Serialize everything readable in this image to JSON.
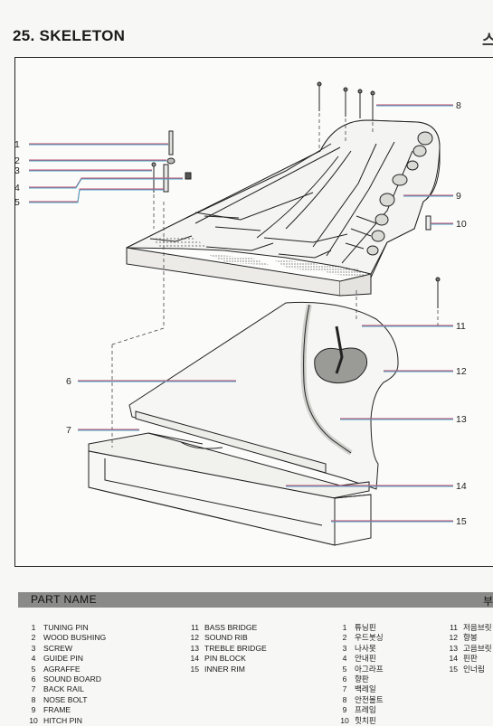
{
  "page": {
    "title": "25. SKELETON",
    "corner_glyph": "스",
    "section_header": "PART NAME",
    "section_header_right": "부"
  },
  "callouts": [
    "1",
    "2",
    "3",
    "4",
    "5",
    "6",
    "7",
    "8",
    "9",
    "10",
    "11",
    "12",
    "13",
    "14",
    "15"
  ],
  "parts_en": [
    {
      "num": "1",
      "name": "TUNING PIN"
    },
    {
      "num": "2",
      "name": "WOOD BUSHING"
    },
    {
      "num": "3",
      "name": "SCREW"
    },
    {
      "num": "4",
      "name": "GUIDE PIN"
    },
    {
      "num": "5",
      "name": "AGRAFFE"
    },
    {
      "num": "6",
      "name": "SOUND BOARD"
    },
    {
      "num": "7",
      "name": "BACK RAIL"
    },
    {
      "num": "8",
      "name": "NOSE BOLT"
    },
    {
      "num": "9",
      "name": "FRAME"
    },
    {
      "num": "10",
      "name": "HITCH PIN"
    },
    {
      "num": "11",
      "name": "BASS BRIDGE"
    },
    {
      "num": "12",
      "name": "SOUND RIB"
    },
    {
      "num": "13",
      "name": "TREBLE BRIDGE"
    },
    {
      "num": "14",
      "name": "PIN BLOCK"
    },
    {
      "num": "15",
      "name": "INNER RIM"
    }
  ],
  "parts_ko": [
    {
      "num": "1",
      "name": "튜닝핀"
    },
    {
      "num": "2",
      "name": "우드붓싱"
    },
    {
      "num": "3",
      "name": "나사못"
    },
    {
      "num": "4",
      "name": "안내핀"
    },
    {
      "num": "5",
      "name": "아그라프"
    },
    {
      "num": "6",
      "name": "향판"
    },
    {
      "num": "7",
      "name": "백레일"
    },
    {
      "num": "8",
      "name": "안전볼트"
    },
    {
      "num": "9",
      "name": "프레임"
    },
    {
      "num": "10",
      "name": "힛치핀"
    },
    {
      "num": "11",
      "name": "저음브릿"
    },
    {
      "num": "12",
      "name": "향봉"
    },
    {
      "num": "13",
      "name": "고음브릿"
    },
    {
      "num": "14",
      "name": "핀판"
    },
    {
      "num": "15",
      "name": "인너림"
    }
  ]
}
